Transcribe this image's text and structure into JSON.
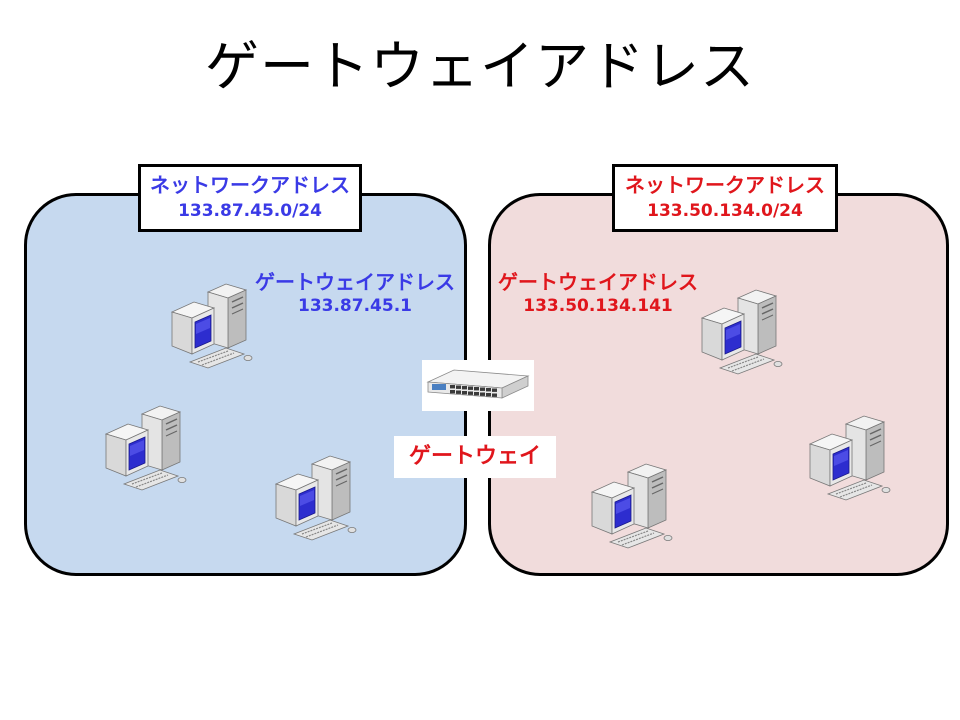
{
  "title": "ゲートウェイアドレス",
  "left_network": {
    "label": "ネットワークアドレス",
    "address": "133.87.45.0/24",
    "gateway_label": "ゲートウェイアドレス",
    "gateway_address": "133.87.45.1",
    "color": "#3a3ae6",
    "background": "#c6d9ef"
  },
  "right_network": {
    "label": "ネットワークアドレス",
    "address": "133.50.134.0/24",
    "gateway_label": "ゲートウェイアドレス",
    "gateway_address": "133.50.134.141",
    "color": "#e0161c",
    "background": "#f1dcdc"
  },
  "gateway": {
    "label": "ゲートウェイ",
    "icon": "network-switch-icon"
  },
  "icons": {
    "computer": "desktop-computer-icon"
  }
}
